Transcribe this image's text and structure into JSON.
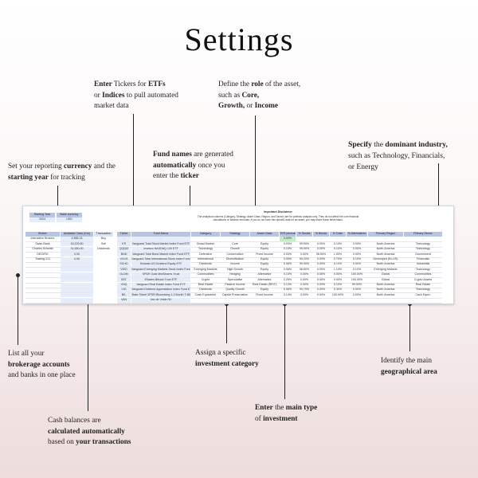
{
  "page": {
    "title": "Settings"
  },
  "annotations": {
    "tickers": {
      "p1": "Enter",
      "b1": "Tickers",
      "p2": "for",
      "b2": "ETFs",
      "p3": "or",
      "b3": "Indices",
      "p4": "to pull automated market data"
    },
    "role": {
      "p1": "Define the",
      "b1": "role",
      "p2": "of the asset, such as",
      "b2": "Core,",
      "b3": "Growth,",
      "p3": "or",
      "b4": "Income"
    },
    "industry": {
      "b1": "Specify",
      "p1": "the",
      "b2": "dominant industry,",
      "p2": "such as Technology, Financials, or Energy"
    },
    "currency": {
      "p1": "Set your reporting",
      "b1": "currency",
      "p2": "and the",
      "b2": "starting year",
      "p3": "for tracking"
    },
    "fund": {
      "b1": "Fund names",
      "p1": "are generated",
      "b2": "automatically",
      "p2": "once you enter the",
      "b3": "ticker"
    },
    "brokerage": {
      "p1": "List all your",
      "b1": "brokerage accounts",
      "p2": "and banks in one place"
    },
    "category": {
      "p1": "Assign a specific",
      "b1": "investment category"
    },
    "area": {
      "p1": "Identify the main",
      "b1": "geographical area"
    },
    "type": {
      "p1": "Enter",
      "p2": "the",
      "b1": "main type",
      "p3": "of",
      "b2": "investment"
    },
    "cash": {
      "p1": "Cash balances are",
      "b1": "calculated automatically",
      "p2": "based on",
      "b2": "your transactions"
    }
  },
  "sheet": {
    "settings_headers": [
      "Starting Year",
      "Base currency"
    ],
    "settings_values": [
      "2024",
      "USD"
    ],
    "disclaimer_title": "Important Disclaimer",
    "disclaimer_lines": [
      "The analytical columns (Category, Strategy, Asset Class, Region, and Sector) are for portfolio analysis only. They do not affect the core financial",
      "calculations or balance formulas. If you do not have this specific data for an asset, you may leave these fields blank."
    ],
    "brokers": {
      "headers": [
        "Broker",
        "Available Cash (Cur)"
      ],
      "rows": [
        [
          "Interactive Brokers",
          "4,886.24"
        ],
        [
          "Swan Bank",
          "16,229.60"
        ],
        [
          "Charles Schwab",
          "31,650.00"
        ],
        [
          "DEGIRO",
          "0.00"
        ],
        [
          "Trading 212",
          "0.00"
        ]
      ]
    },
    "transaction_type": {
      "header": "Transaction",
      "rows": [
        "Buy",
        "Sell",
        "Dividends"
      ]
    },
    "etfs": {
      "headers": [
        "Ticker",
        "Fund Name",
        "Category",
        "Strategy",
        "Asset Class",
        "TER (annual)",
        "% Stocks",
        "% Bonds",
        "% Cash",
        "% Alternatives",
        "Primary Region",
        "Primary Sector"
      ],
      "rows": [
        [
          "-",
          "-",
          "-",
          "-",
          "-",
          "0.00%",
          "-",
          "-",
          "-",
          "-",
          "-",
          "-"
        ],
        [
          "VTI",
          "Vanguard Total Stock Market Index Fund ETF",
          "Broad Market",
          "Core",
          "Equity",
          "0.03%",
          "99.90%",
          "0.00%",
          "0.10%",
          "0.00%",
          "North America",
          "Technology"
        ],
        [
          "QQQM",
          "Invesco NASDAQ 100 ETF",
          "Technology",
          "Growth",
          "Equity",
          "0.15%",
          "99.90%",
          "0.00%",
          "0.10%",
          "0.00%",
          "North America",
          "Technology"
        ],
        [
          "BND",
          "Vanguard Total Bond Market Index Fund ETF",
          "Defensive",
          "Conservative",
          "Fixed Income",
          "0.03%",
          "0.00%",
          "98.50%",
          "1.50%",
          "0.00%",
          "North America",
          "Government"
        ],
        [
          "VXUS",
          "Vanguard Total International Stock Index Fund ETF",
          "International",
          "Diversification",
          "Equity",
          "0.05%",
          "99.20%",
          "0.00%",
          "0.70%",
          "0.10%",
          "Developed (Ex-US)",
          "Financials"
        ],
        [
          "SCHD",
          "Schwab US Dividend Equity ETF",
          "Dividends",
          "Income",
          "Equity",
          "0.06%",
          "99.90%",
          "0.00%",
          "0.10%",
          "0.00%",
          "North America",
          "Industrials"
        ],
        [
          "VWO",
          "Vanguard Emerging Markets Stock Index Fund ETF",
          "Emerging Markets",
          "High Growth",
          "Equity",
          "0.08%",
          "98.80%",
          "0.00%",
          "1.10%",
          "0.10%",
          "Emerging Markets",
          "Technology"
        ],
        [
          "GLDM",
          "SPDR Gold MiniShares Trust",
          "Commodities",
          "Hedging",
          "Alternative",
          "0.10%",
          "0.00%",
          "0.00%",
          "0.00%",
          "100.00%",
          "Global",
          "Commodities"
        ],
        [
          "IBIT",
          "iShares Bitcoin Trust ETF",
          "Crypto",
          "Speculative",
          "Alternative",
          "0.25%",
          "0.00%",
          "0.00%",
          "0.00%",
          "100.00%",
          "Global",
          "Crypto Assets"
        ],
        [
          "VNQ",
          "Vanguard Real Estate Index Fund ETF",
          "Real Estate",
          "Passive Income",
          "Real Estate (REIT)",
          "0.13%",
          "0.00%",
          "0.00%",
          "0.10%",
          "99.90%",
          "North America",
          "Real Estate"
        ],
        [
          "VIG",
          "Vanguard Dividend Appreciation Index Fund ETF",
          "Dividends",
          "Quality Growth",
          "Equity",
          "0.06%",
          "99.70%",
          "0.00%",
          "0.30%",
          "0.00%",
          "North America",
          "Technology"
        ],
        [
          "BIL",
          "State Street SPDR Bloomberg 1-3 Month T-Bill ETF",
          "Cash Equivalent",
          "Capital Preservation",
          "Fixed Income",
          "0.14%",
          "0.00%",
          "0.00%",
          "100.00%",
          "0.00%",
          "North America",
          "Cash Equiv."
        ],
        [
          "VAN",
          "Van de Velde NV",
          "",
          "",
          "",
          "",
          "",
          "",
          "",
          "",
          "",
          ""
        ]
      ]
    }
  }
}
